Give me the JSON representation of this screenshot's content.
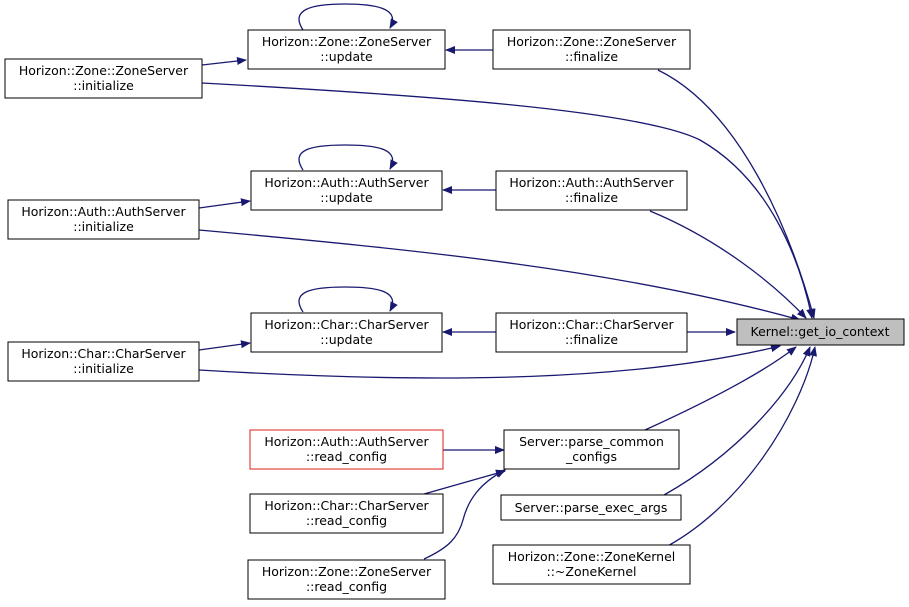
{
  "colors": {
    "edge": "#191970",
    "node_border": "#000000",
    "node_fill": "#ffffff",
    "focus_fill": "#bfbfbf",
    "highlight_border": "#e0201a"
  },
  "nodes": {
    "kernel_get_io_context": {
      "lines": [
        "Kernel::get_io_context"
      ]
    },
    "zone_initialize": {
      "lines": [
        "Horizon::Zone::ZoneServer",
        "::initialize"
      ]
    },
    "zone_update": {
      "lines": [
        "Horizon::Zone::ZoneServer",
        "::update"
      ]
    },
    "zone_finalize": {
      "lines": [
        "Horizon::Zone::ZoneServer",
        "::finalize"
      ]
    },
    "auth_initialize": {
      "lines": [
        "Horizon::Auth::AuthServer",
        "::initialize"
      ]
    },
    "auth_update": {
      "lines": [
        "Horizon::Auth::AuthServer",
        "::update"
      ]
    },
    "auth_finalize": {
      "lines": [
        "Horizon::Auth::AuthServer",
        "::finalize"
      ]
    },
    "char_initialize": {
      "lines": [
        "Horizon::Char::CharServer",
        "::initialize"
      ]
    },
    "char_update": {
      "lines": [
        "Horizon::Char::CharServer",
        "::update"
      ]
    },
    "char_finalize": {
      "lines": [
        "Horizon::Char::CharServer",
        "::finalize"
      ]
    },
    "auth_read_config": {
      "lines": [
        "Horizon::Auth::AuthServer",
        "::read_config"
      ]
    },
    "char_read_config": {
      "lines": [
        "Horizon::Char::CharServer",
        "::read_config"
      ]
    },
    "zone_read_config": {
      "lines": [
        "Horizon::Zone::ZoneServer",
        "::read_config"
      ]
    },
    "parse_common_configs": {
      "lines": [
        "Server::parse_common",
        "_configs"
      ]
    },
    "parse_exec_args": {
      "lines": [
        "Server::parse_exec_args"
      ]
    },
    "zonekernel_dtor": {
      "lines": [
        "Horizon::Zone::ZoneKernel",
        "::~ZoneKernel"
      ]
    }
  },
  "edges": [
    {
      "from": "zone_initialize",
      "to": "zone_update"
    },
    {
      "from": "zone_update",
      "to": "zone_update"
    },
    {
      "from": "zone_finalize",
      "to": "zone_update"
    },
    {
      "from": "zone_finalize",
      "to": "kernel_get_io_context"
    },
    {
      "from": "zone_initialize",
      "to": "kernel_get_io_context"
    },
    {
      "from": "auth_initialize",
      "to": "auth_update"
    },
    {
      "from": "auth_update",
      "to": "auth_update"
    },
    {
      "from": "auth_finalize",
      "to": "auth_update"
    },
    {
      "from": "auth_finalize",
      "to": "kernel_get_io_context"
    },
    {
      "from": "auth_initialize",
      "to": "kernel_get_io_context"
    },
    {
      "from": "char_initialize",
      "to": "char_update"
    },
    {
      "from": "char_update",
      "to": "char_update"
    },
    {
      "from": "char_finalize",
      "to": "char_update"
    },
    {
      "from": "char_finalize",
      "to": "kernel_get_io_context"
    },
    {
      "from": "char_initialize",
      "to": "kernel_get_io_context"
    },
    {
      "from": "auth_read_config",
      "to": "parse_common_configs"
    },
    {
      "from": "char_read_config",
      "to": "parse_common_configs"
    },
    {
      "from": "zone_read_config",
      "to": "parse_common_configs"
    },
    {
      "from": "parse_common_configs",
      "to": "kernel_get_io_context"
    },
    {
      "from": "parse_exec_args",
      "to": "kernel_get_io_context"
    },
    {
      "from": "zonekernel_dtor",
      "to": "kernel_get_io_context"
    }
  ]
}
